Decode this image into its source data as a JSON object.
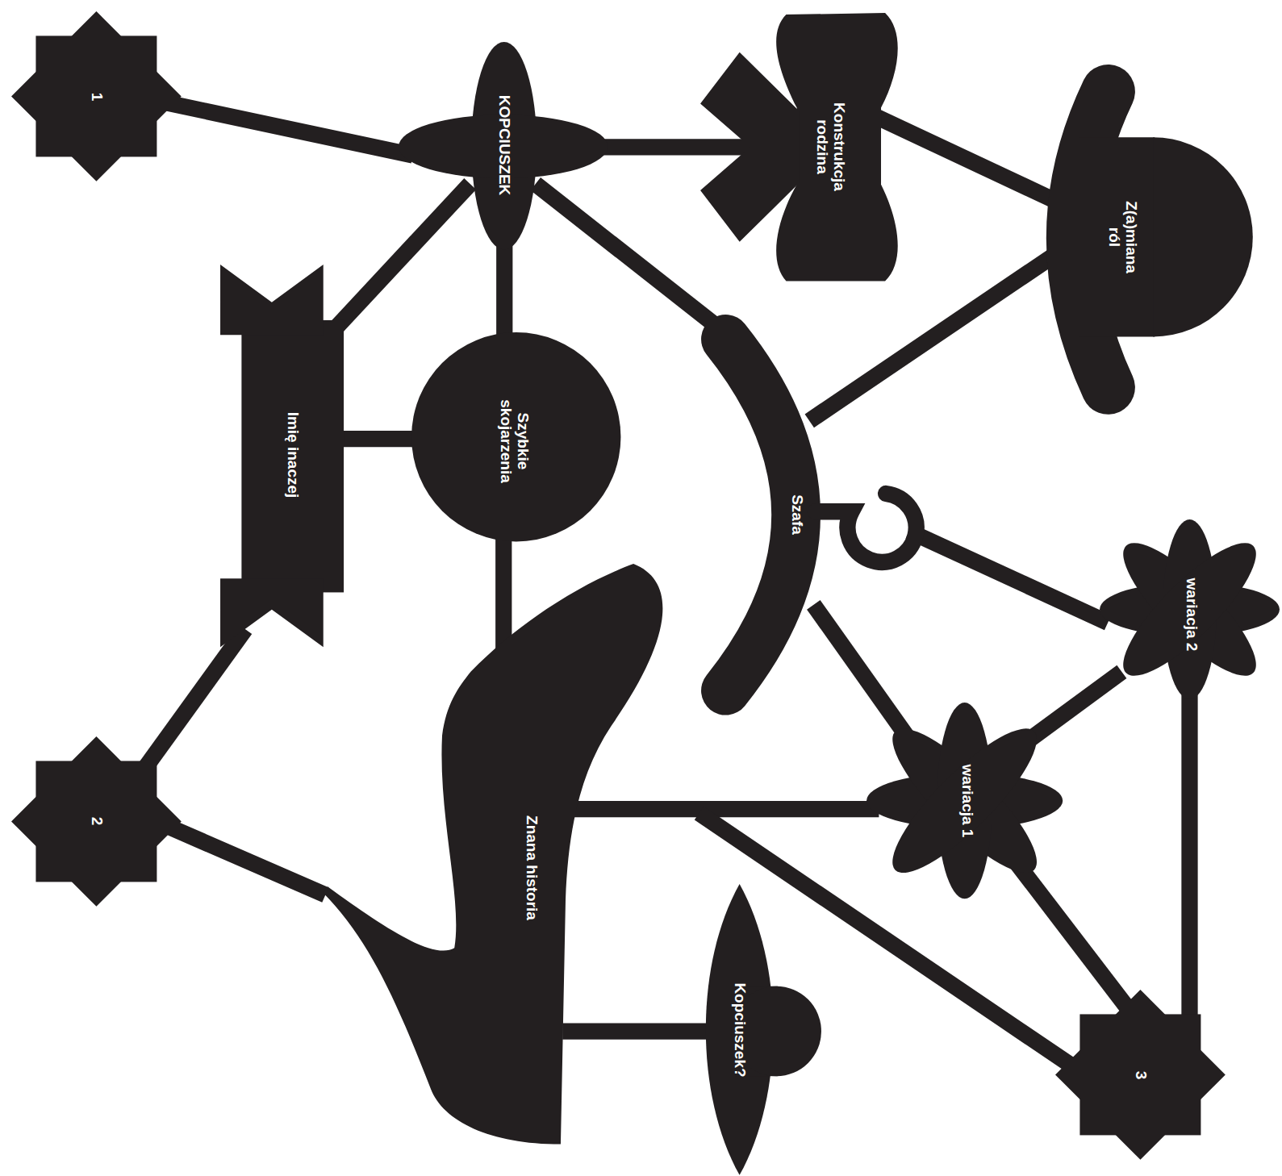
{
  "diagram": {
    "nodes": [
      {
        "text": [
          "1"
        ]
      },
      {
        "text": [
          "KOPCIUSZEK"
        ]
      },
      {
        "text": [
          "Konstrukcja rodzina"
        ]
      },
      {
        "text": [
          "Z(a)miana ról"
        ]
      },
      {
        "text": [
          "Imię inaczej"
        ]
      },
      {
        "text": [
          "Szybkie skojarzenia"
        ]
      },
      {
        "text": [
          "Szafa"
        ]
      },
      {
        "text": [
          "wariacja 2"
        ]
      },
      {
        "text": [
          "2"
        ]
      },
      {
        "text": [
          "Znana historia"
        ]
      },
      {
        "text": [
          "wariacja 1"
        ]
      },
      {
        "text": [
          "Kopciuszek?"
        ]
      },
      {
        "text": [
          "3"
        ]
      }
    ],
    "edges": [
      {
        "from": 0,
        "to": 1,
        "arrow": "none"
      },
      {
        "from": 1,
        "to": 2,
        "arrow": "none"
      },
      {
        "from": 1,
        "to": 4,
        "arrow": "none"
      },
      {
        "from": 1,
        "to": 5,
        "arrow": "none"
      },
      {
        "from": 1,
        "to": 6,
        "arrow": "none"
      },
      {
        "from": 2,
        "to": 3,
        "arrow": "none"
      },
      {
        "from": 3,
        "to": 6,
        "arrow": "none"
      },
      {
        "from": 4,
        "to": 5,
        "arrow": "none"
      },
      {
        "from": 4,
        "to": 8,
        "arrow": "none"
      },
      {
        "from": 5,
        "to": 9,
        "arrow": "none"
      },
      {
        "from": 6,
        "to": 7,
        "arrow": "none"
      },
      {
        "from": 6,
        "to": 10,
        "arrow": "none"
      },
      {
        "from": 7,
        "to": 10,
        "arrow": "none"
      },
      {
        "from": 7,
        "to": 12,
        "arrow": "none"
      },
      {
        "from": 10,
        "to": 12,
        "arrow": "none"
      },
      {
        "from": 9,
        "to": 10,
        "arrow": "none"
      },
      {
        "from": 9,
        "to": 12,
        "arrow": "none"
      },
      {
        "from": 8,
        "to": 9,
        "arrow": "none"
      },
      {
        "from": 9,
        "to": 11,
        "arrow": "none"
      }
    ]
  }
}
